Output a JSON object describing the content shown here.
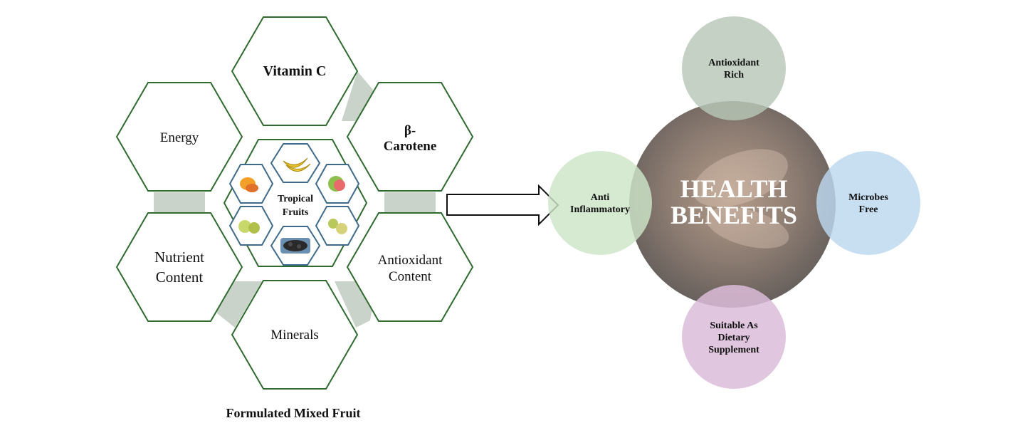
{
  "left_panel": {
    "caption": "Formulated Mixed Fruit",
    "center_label_line1": "Tropical",
    "center_label_line2": "Fruits",
    "hexagons": [
      {
        "id": "vitamin-c",
        "lines": [
          "Vitamin C"
        ],
        "bold": true
      },
      {
        "id": "beta-carotene",
        "lines": [
          "β-",
          "Carotene"
        ],
        "bold": true
      },
      {
        "id": "antioxidant-content",
        "lines": [
          "Antioxidant",
          "Content"
        ],
        "bold": false
      },
      {
        "id": "minerals",
        "lines": [
          "Minerals"
        ],
        "bold": false
      },
      {
        "id": "nutrient-content",
        "lines": [
          "Nutrient",
          "Content"
        ],
        "bold": false
      },
      {
        "id": "energy",
        "lines": [
          "Energy"
        ],
        "bold": false
      }
    ],
    "fruit_icons": [
      "banana-icon",
      "guava-icon",
      "amla-icon",
      "jamun-icon",
      "amla-slices-icon",
      "mango-icon"
    ]
  },
  "right_panel": {
    "center_line1": "HEALTH",
    "center_line2": "BENEFITS",
    "satellites": [
      {
        "id": "antioxidant-rich",
        "lines": [
          "Antioxidant",
          "Rich"
        ],
        "color": "#b7c7b7"
      },
      {
        "id": "microbes-free",
        "lines": [
          "Microbes",
          "Free"
        ],
        "color": "#bcd8ef"
      },
      {
        "id": "dietary-supplement",
        "lines": [
          "Suitable As",
          "Dietary",
          "Supplement"
        ],
        "color": "#dcbcd9"
      },
      {
        "id": "anti-inflammatory",
        "lines": [
          "Anti",
          "Inflammatory"
        ],
        "color": "#cde5c8"
      }
    ]
  },
  "colors": {
    "hex_stroke": "#2f6b2f",
    "connector": "#c9d3c9",
    "center_circle": "#6a6464"
  }
}
